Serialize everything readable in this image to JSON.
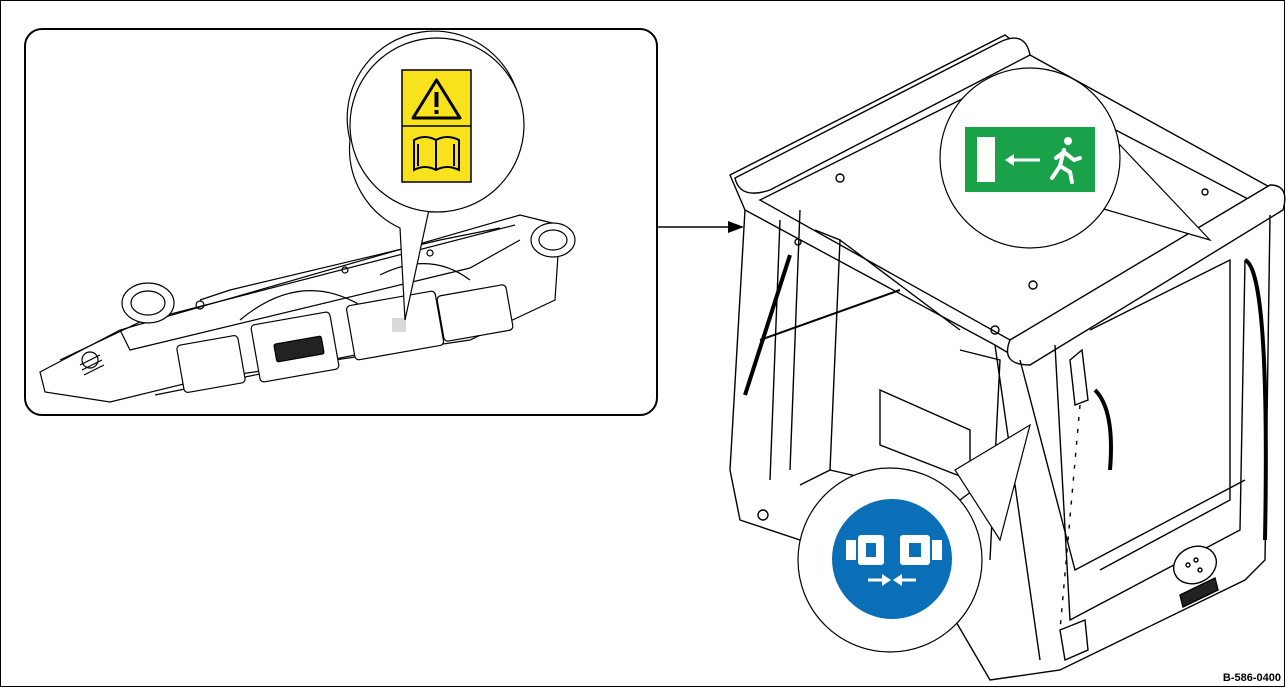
{
  "figure": {
    "document_id": "B-586-0400",
    "colors": {
      "warning_yellow": "#f7e21c",
      "exit_green": "#1aa24a",
      "mandatory_blue": "#0b6fb7",
      "line": "#000000"
    },
    "signs": [
      {
        "name": "warning-read-manual-sign",
        "icons": [
          "warning-triangle-icon",
          "manual-book-icon"
        ]
      },
      {
        "name": "emergency-exit-sign",
        "icons": [
          "door-icon",
          "arrow-left-icon",
          "running-person-icon"
        ]
      },
      {
        "name": "wear-seatbelt-sign",
        "icons": [
          "seatbelt-buckle-icon",
          "arrows-inward-icon"
        ]
      }
    ]
  }
}
